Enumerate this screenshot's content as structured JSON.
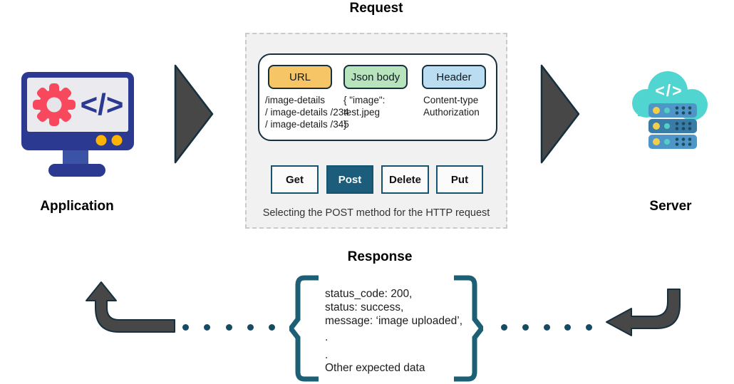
{
  "request": {
    "title": "Request",
    "tabs": [
      {
        "label": "URL",
        "bg": "#F6C666"
      },
      {
        "label": "Json body",
        "bg": "#B7E4BD"
      },
      {
        "label": "Header",
        "bg": "#BBDDF2"
      }
    ],
    "url_lines": [
      "/image-details",
      "/ image-details /234",
      "/ image-details /345"
    ],
    "json_body_lines": [
      "{ \"image\":",
      "test.jpeg",
      "}"
    ],
    "header_lines": [
      "Content-type",
      "Authorization"
    ],
    "methods": [
      {
        "label": "Get",
        "selected": false
      },
      {
        "label": "Post",
        "selected": true
      },
      {
        "label": "Delete",
        "selected": false
      },
      {
        "label": "Put",
        "selected": false
      }
    ],
    "caption": "Selecting the POST method for the HTTP request"
  },
  "response": {
    "title": "Response",
    "lines": [
      "status_code: 200,",
      "status: success,",
      "message: ‘image uploaded’,",
      ".",
      ".",
      "Other expected data"
    ]
  },
  "application": {
    "label": "Application",
    "code_glyph": "</>"
  },
  "server": {
    "label": "Server",
    "code_glyph": "</>"
  },
  "colors": {
    "accent_teal": "#1D6076",
    "dot_teal": "#164B63",
    "method_selected_bg": "#1C5D7B",
    "method_border": "#15536E",
    "outline_navy": "#16303F",
    "arrow_fill": "#474747",
    "monitor_navy": "#2B3990",
    "gear_red": "#F8485E",
    "cloud_teal": "#50D5D1",
    "rack_blue": "#4E95C8",
    "rack_blue_dark": "#3A7CA8",
    "indicator_yellow": "#FFB302"
  }
}
